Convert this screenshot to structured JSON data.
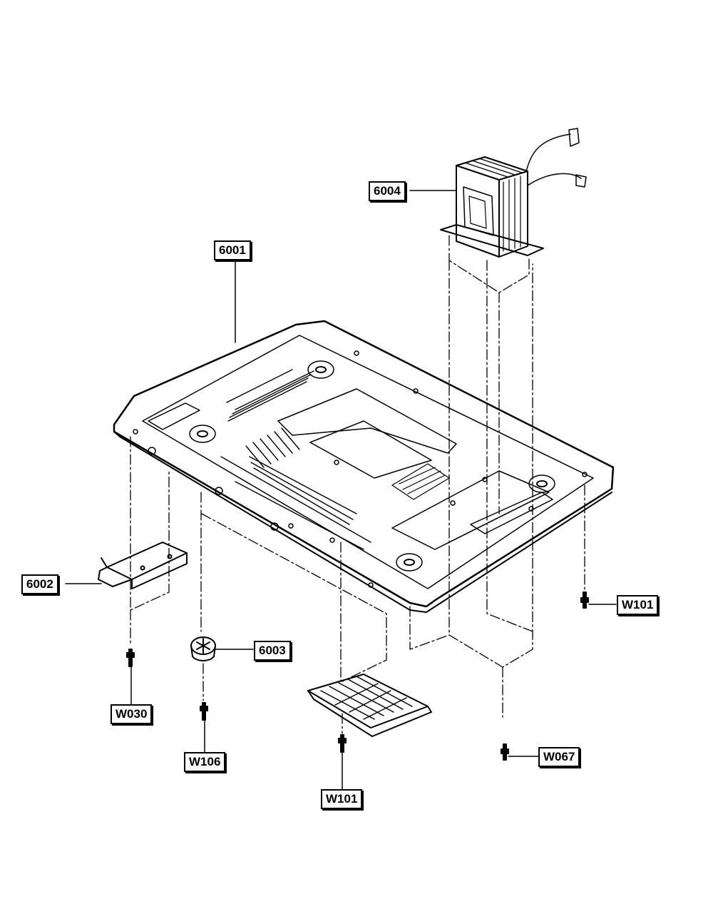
{
  "labels": {
    "p6001": "6001",
    "p6002": "6002",
    "p6003": "6003",
    "p6004": "6004",
    "w101_right": "W101",
    "w030": "W030",
    "w106": "W106",
    "w101_bottom": "W101",
    "w067": "W067"
  },
  "colors": {
    "line": "#000000",
    "background": "#ffffff"
  }
}
